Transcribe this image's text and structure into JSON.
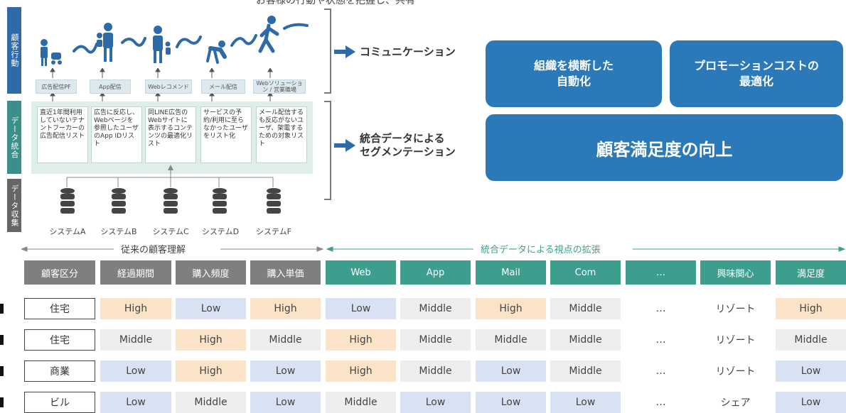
{
  "top_caption": "お客様の行動や状態を把握し、共有",
  "left_labels": [
    "顧客行動",
    "データ統合",
    "データ収集"
  ],
  "channels": [
    "広告配信PF",
    "App配信",
    "Webレコメンド",
    "メール配信",
    "Webソリューション / 営業職場"
  ],
  "segments": [
    "直近1年間利用していないテナントフーカーの広告配信リスト",
    "広告に反応し、Webページを参照したユーザのApp IDリスト",
    "同LINE広告のWebサイトに表示するコンテンツの最適化リスト",
    "サービスの予約/利用に至らなかったユーザをリスト化",
    "メール配信するも反応がないユーザ、架電するための対象リスト"
  ],
  "systems": [
    "システムA",
    "システムB",
    "システムC",
    "システムD",
    "システムF"
  ],
  "arrow_labels": {
    "communication": "コミュニケーション",
    "segmentation": "統合データによる\nセグメンテーション"
  },
  "boxes": {
    "automation": "組織を横断した\n自動化",
    "cost": "プロモーションコストの\n最適化",
    "satisfaction": "顧客満足度の向上"
  },
  "sections": {
    "traditional": "従来の顧客理解",
    "extended": "統合データによる視点の拡張"
  },
  "table": {
    "headers": [
      "顧客区分",
      "経過期間",
      "購入頻度",
      "購入単価",
      "Web",
      "App",
      "Mail",
      "Com",
      "…",
      "興味関心",
      "満足度"
    ],
    "rows": [
      [
        "住宅",
        "High",
        "Low",
        "High",
        "Low",
        "Middle",
        "High",
        "Middle",
        "…",
        "リゾート",
        "High"
      ],
      [
        "住宅",
        "Middle",
        "High",
        "Middle",
        "High",
        "Middle",
        "Middle",
        "Middle",
        "…",
        "リゾート",
        "Middle"
      ],
      [
        "商業",
        "Low",
        "High",
        "Low",
        "High",
        "Middle",
        "Low",
        "Middle",
        "…",
        "リゾート",
        "Low"
      ],
      [
        "ビル",
        "Low",
        "Middle",
        "Low",
        "Middle",
        "Low",
        "Low",
        "Low",
        "…",
        "シェア",
        "Low"
      ]
    ]
  },
  "colors": {
    "blue_primary": "#2b79b9",
    "gray_header": "#7f7f7f",
    "teal_header": "#3d9e8e",
    "cell_high": "#fbe3c8",
    "cell_low": "#d9e2f3",
    "cell_middle": "#eeeeee",
    "label_blue": "#2e6aa8",
    "label_teal": "#3a8f88",
    "label_gray": "#666666"
  }
}
